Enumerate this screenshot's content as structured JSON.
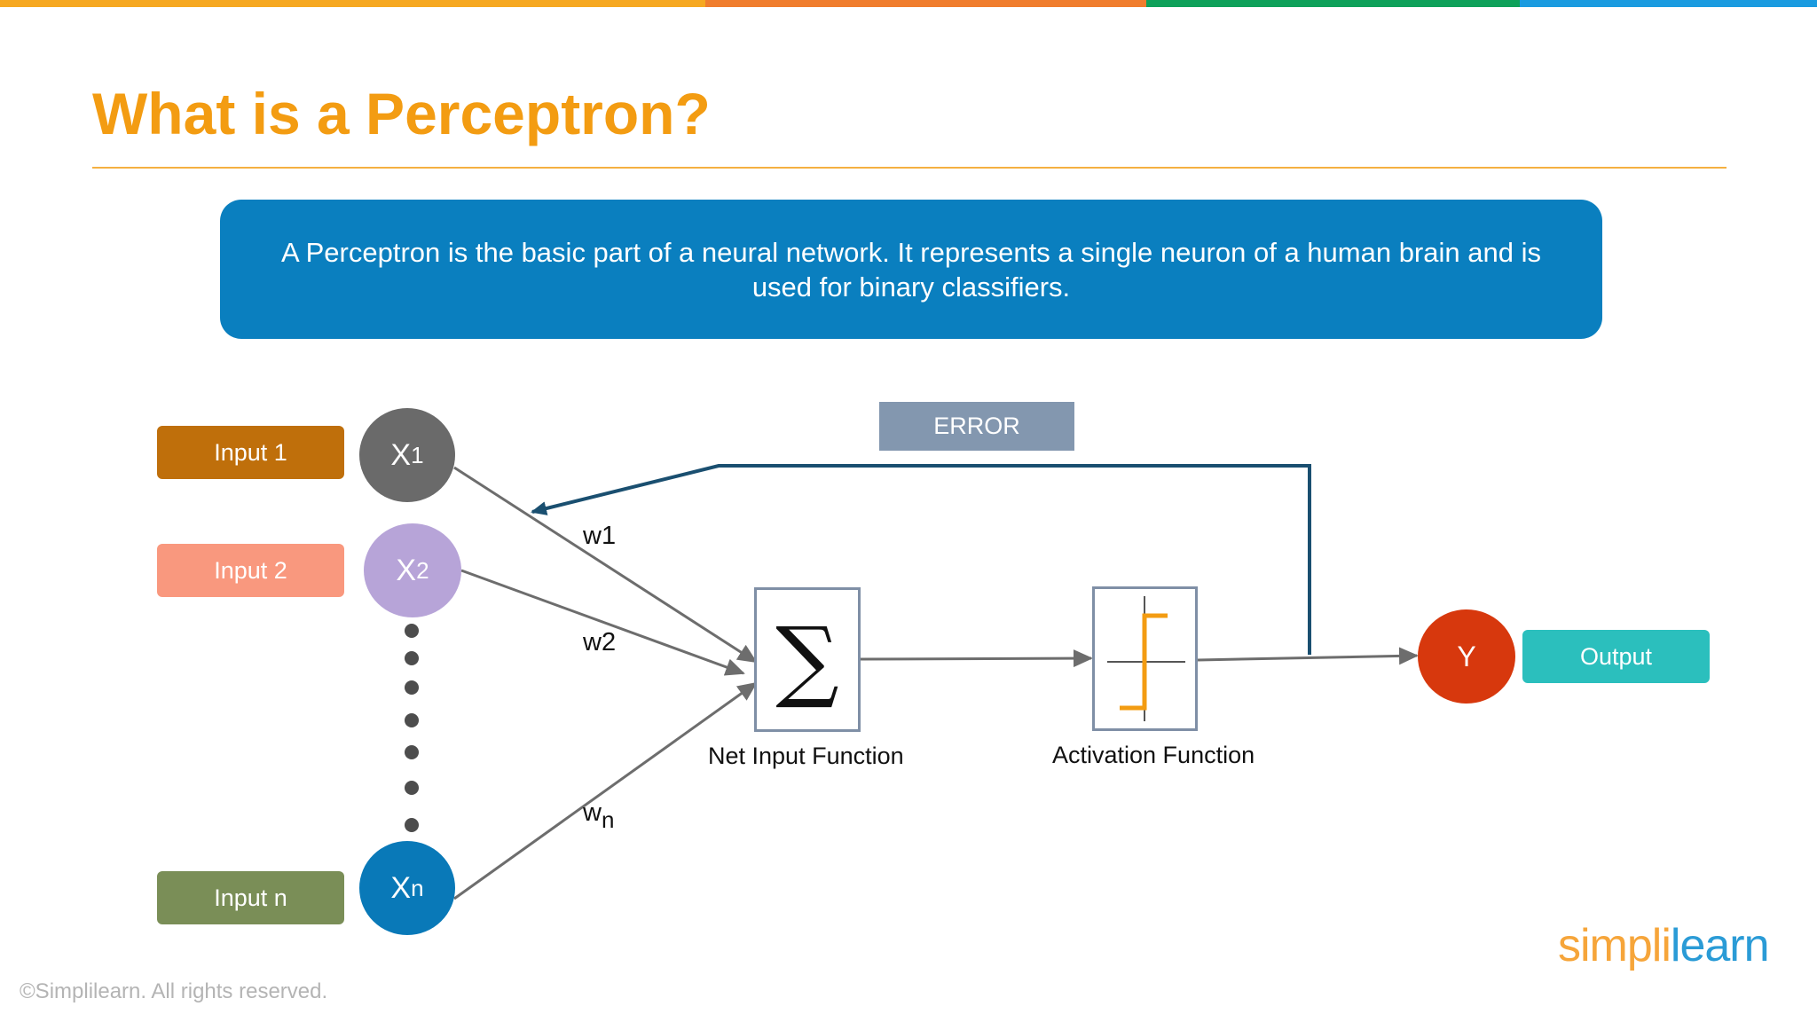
{
  "topbar_colors": [
    "#f6a821",
    "#f07d2d",
    "#0ea15a",
    "#1a9be0"
  ],
  "title": "What is a Perceptron?",
  "definition": "A Perceptron is the basic part of a neural network. It represents a single neuron of a human brain and is used for binary classifiers.",
  "inputs": [
    {
      "label": "Input 1",
      "color": "#bf6f0b",
      "node_var": "X",
      "node_sub": "1",
      "node_color": "#6a6a6a"
    },
    {
      "label": "Input 2",
      "color": "#f9987e",
      "node_var": "X",
      "node_sub": "2",
      "node_color": "#b7a4d8"
    },
    {
      "label": "Input n",
      "color": "#7a8e57",
      "node_var": "X",
      "node_sub": "n",
      "node_color": "#0979b8"
    }
  ],
  "weights": {
    "w1": "w1",
    "w2": "w2",
    "wn_base": "w",
    "wn_sub": "n"
  },
  "error_label": "ERROR",
  "sum_symbol": "∑",
  "net_input_caption": "Net Input Function",
  "activation_caption": "Activation Function",
  "output_node": "Y",
  "output_node_color": "#d7380d",
  "output_label": "Output",
  "copyright": "©Simplilearn. All rights reserved.",
  "logo": {
    "part1": "simpl",
    "part2": "i",
    "part3": "learn"
  }
}
